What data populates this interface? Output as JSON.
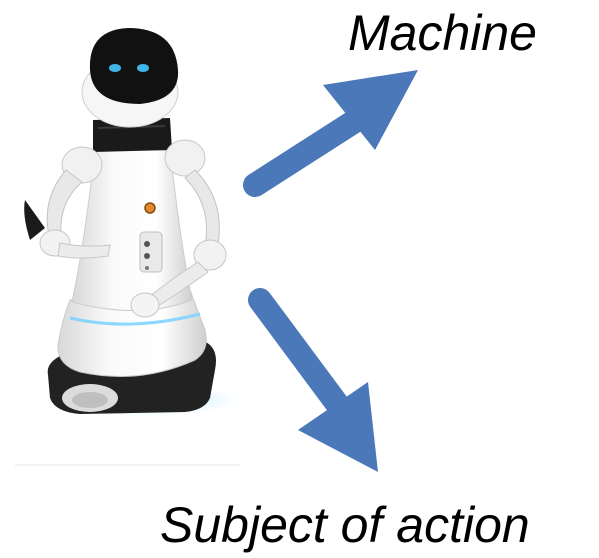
{
  "labels": {
    "top": "Machine",
    "bottom": "Subject of action"
  },
  "colors": {
    "arrow": "#4a78b8",
    "robot_body": "#f4f4f4",
    "robot_dark": "#1c1c1c",
    "robot_eyes": "#3fb6ea",
    "robot_accent": "#e08a2a",
    "robot_glow": "#7fd3ff"
  },
  "icons": {
    "robot": "service-robot-image",
    "arrow_up": "arrow-up-right",
    "arrow_down": "arrow-down-right"
  }
}
